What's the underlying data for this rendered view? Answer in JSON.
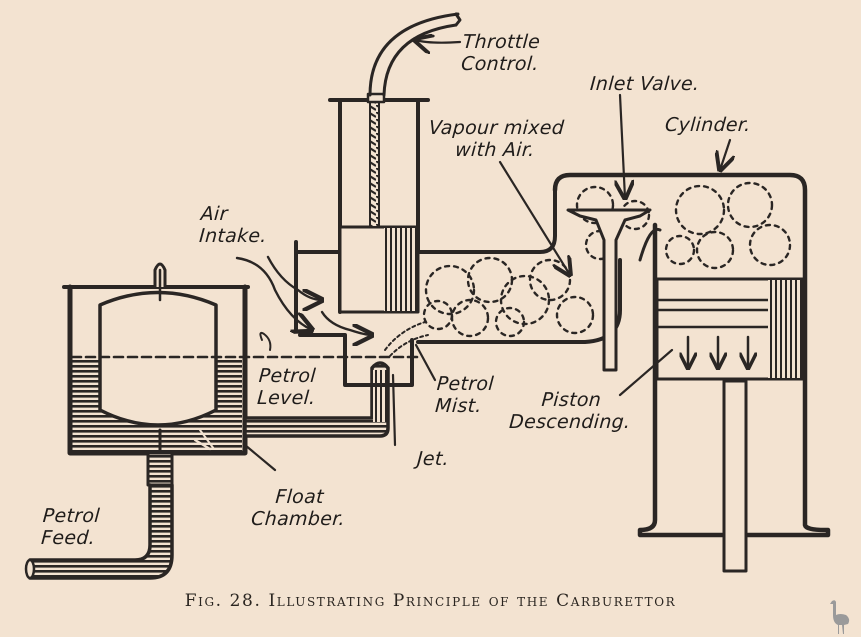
{
  "figure": {
    "caption": "Fig. 28. Illustrating Principle of the Carburettor",
    "colors": {
      "paper": "#f3e3d1",
      "ink": "#2a2624",
      "watermark": "#9a9a9a"
    },
    "labels": {
      "throttle_control": "Throttle\nControl.",
      "inlet_valve": "Inlet Valve.",
      "vapour_mixed": "Vapour mixed\nwith Air.",
      "cylinder": "Cylinder.",
      "air_intake": "Air\nIntake.",
      "petrol_level": "Petrol\nLevel.",
      "petrol_mist": "Petrol\nMist.",
      "piston_descending": "Piston\nDescending.",
      "jet": "Jet.",
      "float_chamber": "Float\nChamber.",
      "petrol_feed": "Petrol\nFeed."
    },
    "watermark_icon": "emu-bird-icon"
  }
}
